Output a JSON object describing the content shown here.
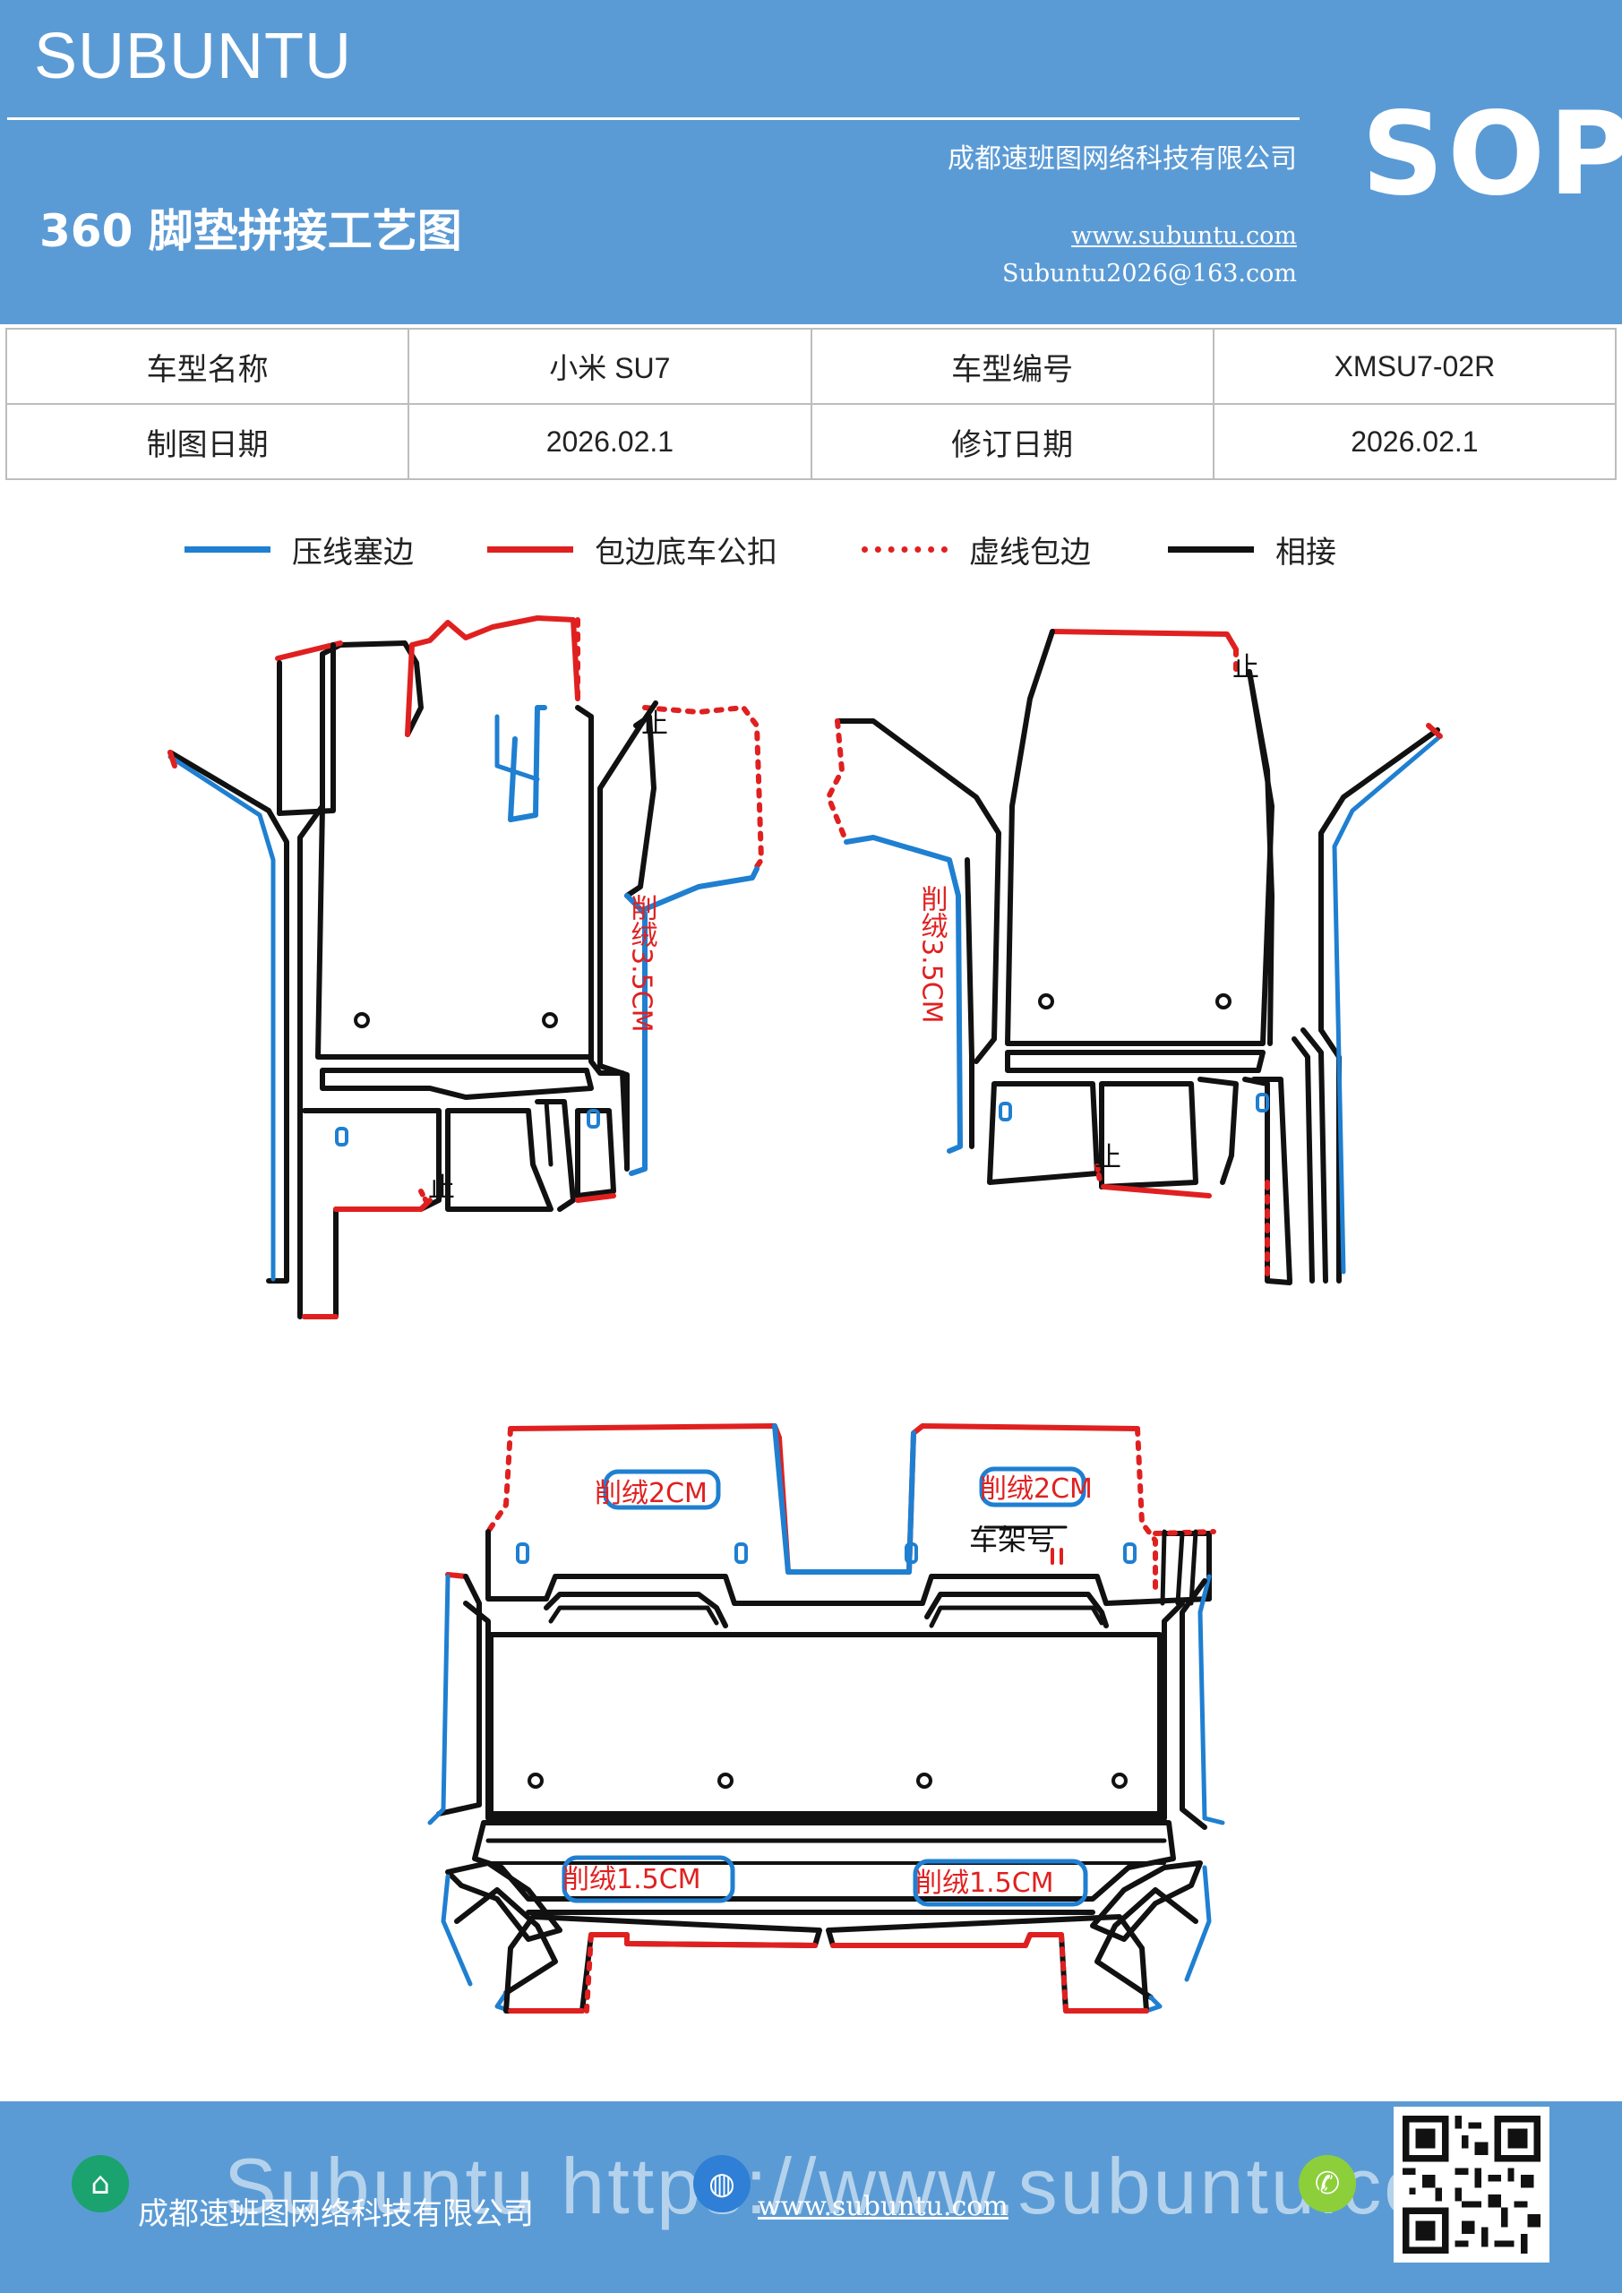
{
  "header": {
    "brand": "SUBUNTU",
    "badge": "SOP",
    "title": "360 脚垫拼接工艺图",
    "company": "成都速班图网络科技有限公司",
    "website": "www.subuntu.com",
    "email": "Subuntu2026@163.com"
  },
  "info": {
    "row1": {
      "label1": "车型名称",
      "value1": "小米 SU7",
      "label2": "车型编号",
      "value2": "XMSU7-02R"
    },
    "row2": {
      "label1": "制图日期",
      "value1": "2026.02.1",
      "label2": "修订日期",
      "value2": "2026.02.1"
    }
  },
  "legend": [
    {
      "label": "压线塞边",
      "color": "#1f7fd1",
      "style": "solid"
    },
    {
      "label": "包边底车公扣",
      "color": "#e02020",
      "style": "solid"
    },
    {
      "label": "虚线包边",
      "color": "#e02020",
      "style": "dotted"
    },
    {
      "label": "相接",
      "color": "#111111",
      "style": "solid"
    }
  ],
  "drawing": {
    "stop_mark": "止",
    "left_trim_note": "削绒3.5CM",
    "right_trim_note": "削绒3.5CM",
    "rear_top_left_note": "削绒2CM",
    "rear_top_right_note": "削绒2CM",
    "frame_number": "车架号",
    "rear_bottom_left_note": "削绒1.5CM",
    "rear_bottom_right_note": "削绒1.5CM"
  },
  "footer": {
    "company": "成都速班图网络科技有限公司",
    "website": "www.subuntu.com",
    "watermark": "Subuntu https://www.subuntu.com"
  },
  "colors": {
    "brand_blue": "#5b9bd5",
    "press_blue": "#1f7fd1",
    "edge_red": "#e02020",
    "join_black": "#111111"
  }
}
